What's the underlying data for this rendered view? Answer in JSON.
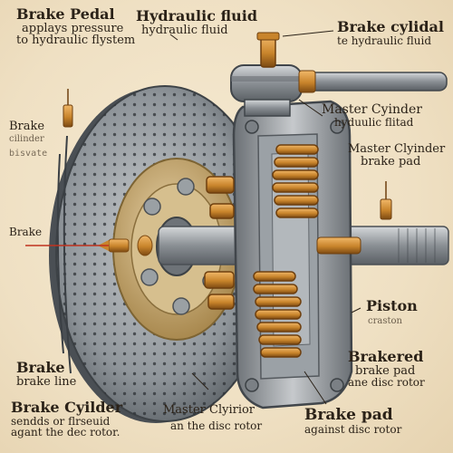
{
  "labels": {
    "brake_pedal": {
      "title": "Brake Pedal",
      "line1": "applays pressure",
      "line2": "to hydraulic flystem"
    },
    "hydraulic_fluid": {
      "title": "Hydraulic fluid",
      "line1": "hydraulic fluid"
    },
    "brake_cylinder_top": {
      "title": "Brake cylidal",
      "line1": "te hydraulic fluid"
    },
    "brake_left": {
      "title": "Brake",
      "line1": "cilinder",
      "line2": "bisvate"
    },
    "brake_left_line": {
      "title": "Brake"
    },
    "master_cylinder_right": {
      "title": "Master Cyinder",
      "line1": "hyduulic flitad"
    },
    "master_cyline_right": {
      "title": "Master Clyinder",
      "line1": "brake pad"
    },
    "piston": {
      "title": "Piston",
      "line1": "craston"
    },
    "brakered": {
      "title": "Brakered",
      "line1": "brake pad",
      "line2": "ane disc rotor"
    },
    "brake_line": {
      "title": "Brake",
      "line1": "brake line"
    },
    "brake_cylider_bottom": {
      "title": "Brake Cyilder",
      "line1": "sendds or flrseuid",
      "line2": "agant the dec rotor."
    },
    "master_cylinder_bottom": {
      "title": "Master Clyirior",
      "line1": "an the disc rotor"
    },
    "brake_pad_bottom": {
      "title": "Brake pad",
      "line1": "against disc rotor"
    }
  },
  "colors": {
    "parchment": "#efe0c3",
    "steel": "#8f959a",
    "steel_dark": "#4f5459",
    "copper": "#c8842b",
    "copper_dark": "#8a5415",
    "leader": "#c0321e",
    "ink": "#2b2218"
  }
}
